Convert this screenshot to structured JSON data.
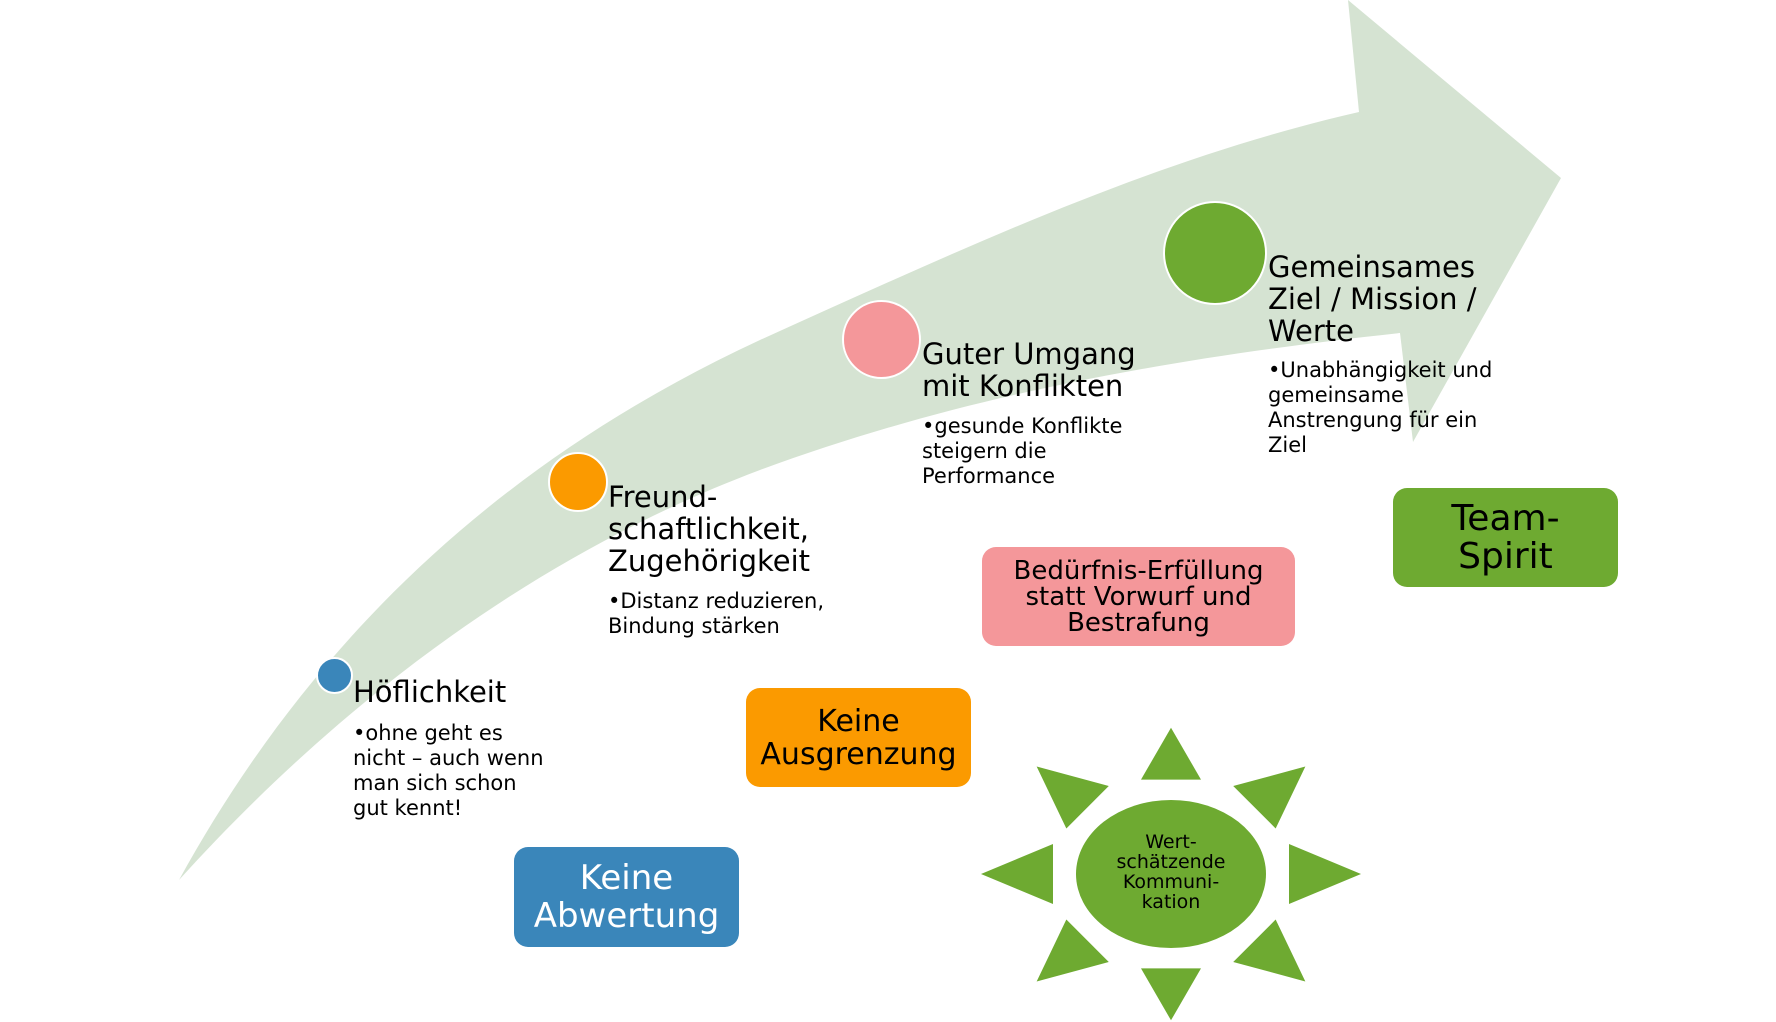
{
  "colors": {
    "arrow": "#d5e3d2",
    "blue": "#3a86ba",
    "orange": "#fb9a00",
    "pink": "#f4979a",
    "green": "#6eaa31",
    "text": "#000000",
    "white_text": "#ffffff"
  },
  "stages": [
    {
      "heading": "Höflichkeit",
      "bullet": "•ohne geht es\n nicht – auch wenn\n man sich schon\n gut kennt!",
      "color": "blue"
    },
    {
      "heading": "Freund-\nschaftlichkeit,\nZugehörigkeit",
      "bullet": "•Distanz reduzieren,\n Bindung stärken",
      "color": "orange"
    },
    {
      "heading": "Guter Umgang\nmit Konflikten",
      "bullet": "•gesunde Konflikte\n steigern die\n Performance",
      "color": "pink"
    },
    {
      "heading": "Gemeinsames\nZiel / Mission /\nWerte",
      "bullet": "•Unabhängigkeit und\n gemeinsame\n Anstrengung für ein\n Ziel",
      "color": "green"
    }
  ],
  "boxes": [
    {
      "label": "Keine\nAbwertung",
      "color": "blue"
    },
    {
      "label": "Keine\nAusgrenzung",
      "color": "orange"
    },
    {
      "label": "Bedürfnis-Erfüllung\nstatt Vorwurf und\nBestrafung",
      "color": "pink"
    },
    {
      "label": "Team-\nSpirit",
      "color": "green"
    }
  ],
  "sun": {
    "label": "Wert-\nschätzende\nKommuni-\nkation",
    "color": "green"
  }
}
